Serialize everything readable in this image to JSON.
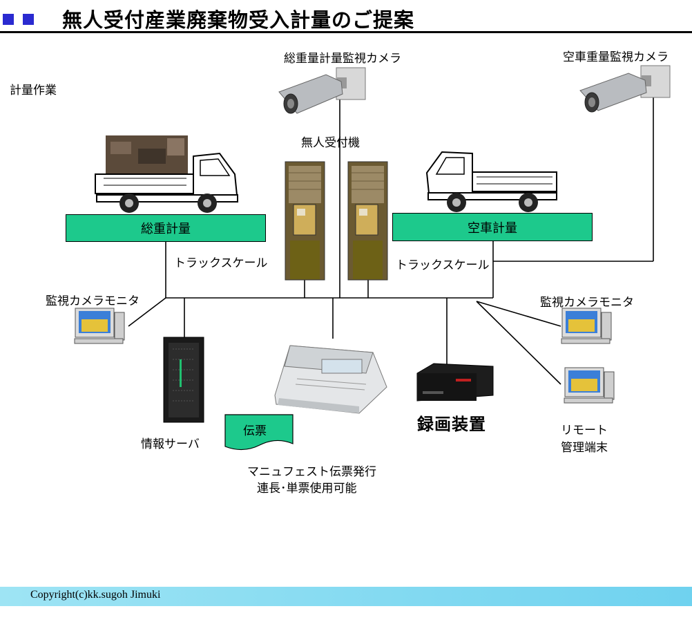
{
  "title": "無人受付産業廃棄物受入計量のご提案",
  "work_label": "計量作業",
  "cameras": {
    "gross": "総重量計量監視カメラ",
    "empty": "空車重量監視カメラ"
  },
  "kiosk_label": "無人受付機",
  "scales": {
    "gross": "総重計量",
    "empty": "空車計量",
    "truck_scale_left": "トラックスケール",
    "truck_scale_right": "トラックスケール"
  },
  "monitors": {
    "left": "監視カメラモニタ",
    "right": "監視カメラモニタ"
  },
  "server_label": "情報サーバ",
  "slip_label": "伝票",
  "printer_caption": {
    "line1": "マニュフェスト伝票発行",
    "line2": "連長･単票使用可能"
  },
  "recorder_label": "録画装置",
  "remote_terminal": {
    "line1": "リモート",
    "line2": "管理端末"
  },
  "footer": "Copyright(c)kk.sugoh Jimuki",
  "colors": {
    "title_squares": "#2a2ad0",
    "scale_green": "#1dc98c",
    "footer_band": "#7fd9f1"
  }
}
